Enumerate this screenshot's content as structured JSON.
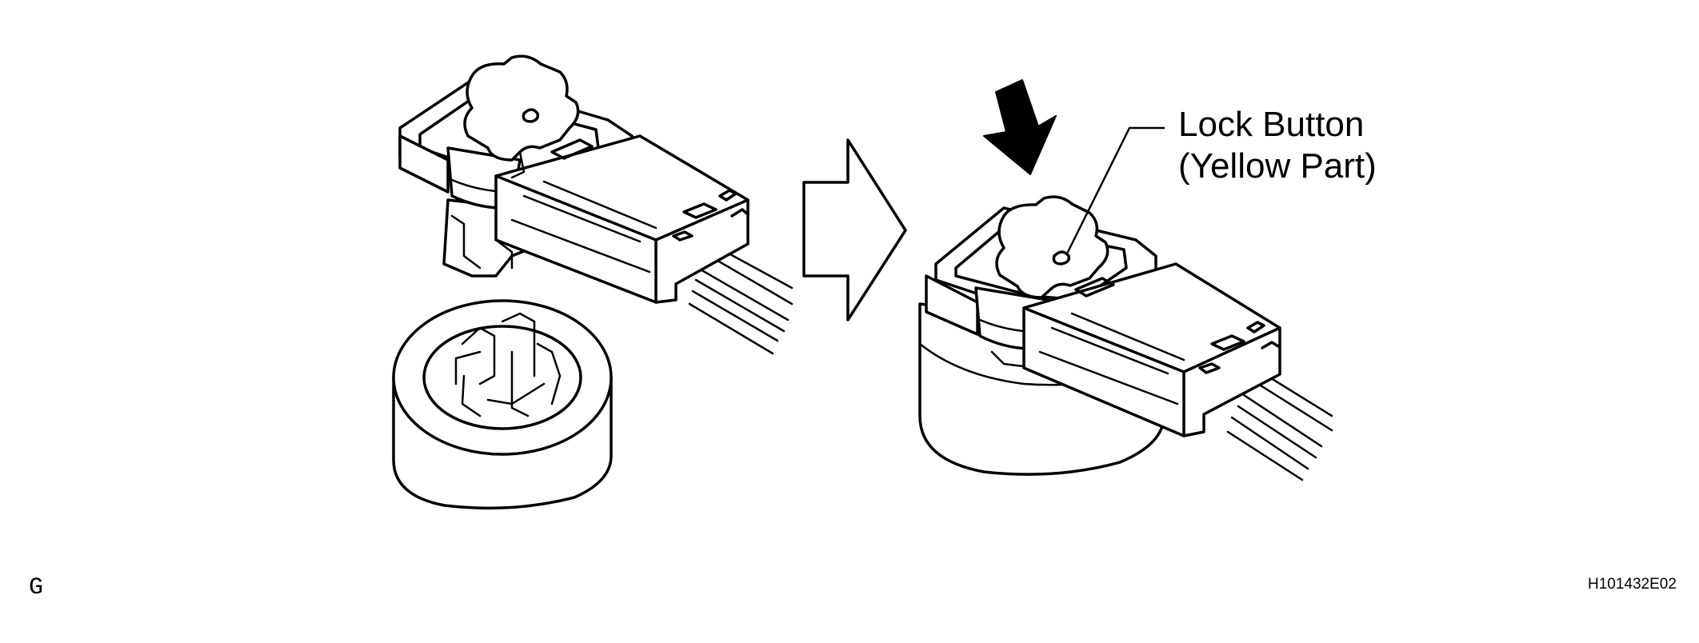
{
  "callout": {
    "line1": "Lock Button",
    "line2": "(Yellow Part)"
  },
  "corner_mark": "G",
  "figure_id": "H101432E02",
  "colors": {
    "ink": "#000000",
    "paper": "#ffffff"
  }
}
